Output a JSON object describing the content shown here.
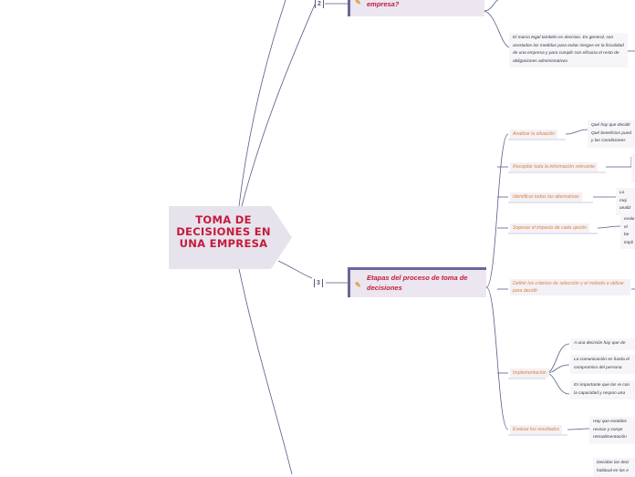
{
  "central": {
    "title": "TOMA DE DECISIONES EN UNA EMPRESA"
  },
  "branch2": {
    "number": "2",
    "title": "empresa?",
    "leaf": "El marco legal también es decisivo. En general, son acertadas las medidas para evitar riesgos en la fiscalidad de una empresa y para cumplir con eficacia el resto de obligaciones administrativas."
  },
  "branch3": {
    "number": "3",
    "title": "Etapas del proceso de toma de decisiones",
    "steps": [
      {
        "label": "Analizar la situación",
        "detail": "Qué hay que decidir Qué beneficios pued y las Condiciones"
      },
      {
        "label": "Recopilar toda la información relevante",
        "detail": ""
      },
      {
        "label": "Identificar todas las alternativas",
        "detail": "Lo mej analiz"
      },
      {
        "label": "Sopesar el impacto de cada opción",
        "detail": "evalu el be impli"
      },
      {
        "label": "Definir los criterios de selección y el método a utilizar para decidir",
        "detail": ""
      },
      {
        "label": "Implementación",
        "details": [
          "A una decisión hay que de",
          "La comunicación es funda el compromiso del persona",
          "Es importante que las re con la capacidad y respon una"
        ]
      },
      {
        "label": "Evaluar los resultados",
        "detail": "Hay que establec revisar y compr retroalimentación"
      }
    ],
    "bottom_leaf": "Decidan las deci habitual en las e"
  }
}
